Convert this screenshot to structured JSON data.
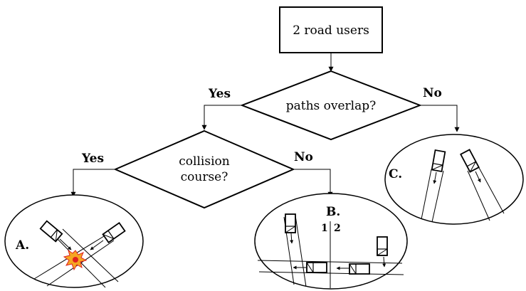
{
  "start": {
    "label": "2 road users"
  },
  "decision_overlap": {
    "label": "paths overlap?",
    "yes": "Yes",
    "no": "No"
  },
  "decision_collision": {
    "label_line1": "collision",
    "label_line2": "course?",
    "yes": "Yes",
    "no": "No"
  },
  "outcome_a": {
    "label": "A."
  },
  "outcome_b": {
    "label": "B.",
    "lane_1": "1",
    "lane_2": "2"
  },
  "outcome_c": {
    "label": "C."
  },
  "colors": {
    "stroke": "#000000",
    "background": "#ffffff",
    "crash_outer": "#f5a623",
    "crash_inner": "#e02020"
  }
}
